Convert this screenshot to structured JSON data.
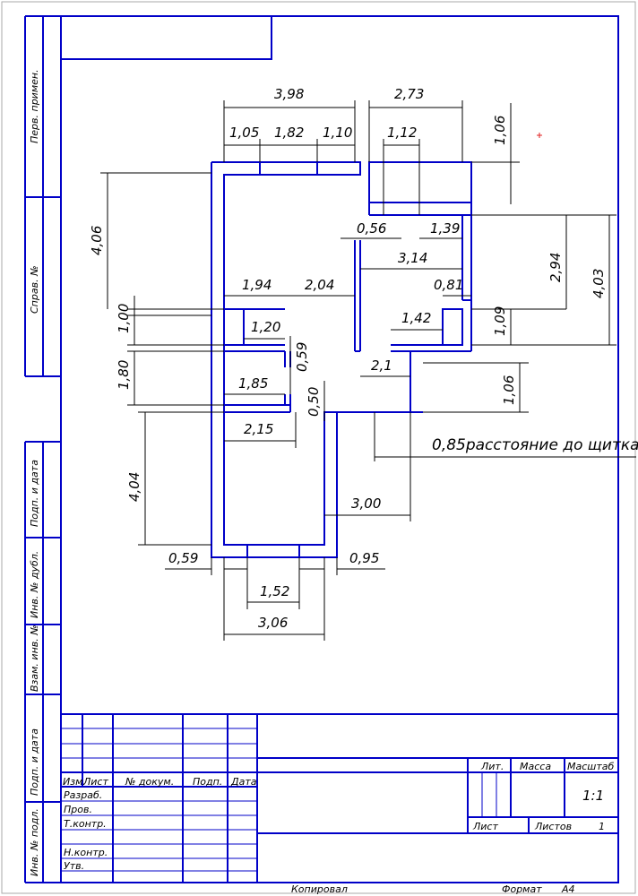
{
  "side_labels": [
    "Перв. примен.",
    "Справ. №",
    "Подп. и дата",
    "Инв. № дубл.",
    "Взам. инв. №",
    "Подп. и дата",
    "Инв. № подл."
  ],
  "dims": {
    "d398": "3,98",
    "d273": "2,73",
    "d105": "1,05",
    "d182": "1,82",
    "d110": "1,10",
    "d112": "1,12",
    "d106a": "1,06",
    "d406": "4,06",
    "d056": "0,56",
    "d139": "1,39",
    "d314": "3,14",
    "d294": "2,94",
    "d403": "4,03",
    "d194": "1,94",
    "d204": "2,04",
    "d081": "0,81",
    "d100": "1,00",
    "d120": "1,20",
    "d142": "1,42",
    "d109": "1,09",
    "d059a": "0,59",
    "d180": "1,80",
    "d185": "1,85",
    "d21": "2,1",
    "d106b": "1,06",
    "d050": "0,50",
    "d215": "2,15",
    "d085": "0,85расстояние до щитка",
    "d404": "4,04",
    "d300": "3,00",
    "d059b": "0,59",
    "d095": "0,95",
    "d152": "1,52",
    "d306": "3,06"
  },
  "title_block": {
    "izm": "Изм.",
    "list": "Лист",
    "docnum": "№ докум.",
    "podp": "Подп.",
    "data": "Дата",
    "razrab": "Разраб.",
    "prov": "Пров.",
    "tkontr": "Т.контр.",
    "nkontr": "Н.контр.",
    "utv": "Утв.",
    "lit": "Лит.",
    "massa": "Масса",
    "masshtab": "Масштаб",
    "scale": "1:1",
    "list2": "Лист",
    "listov": "Листов",
    "listov_n": "1",
    "kopiroval": "Копировал",
    "format": "Формат",
    "format_v": "A4"
  }
}
